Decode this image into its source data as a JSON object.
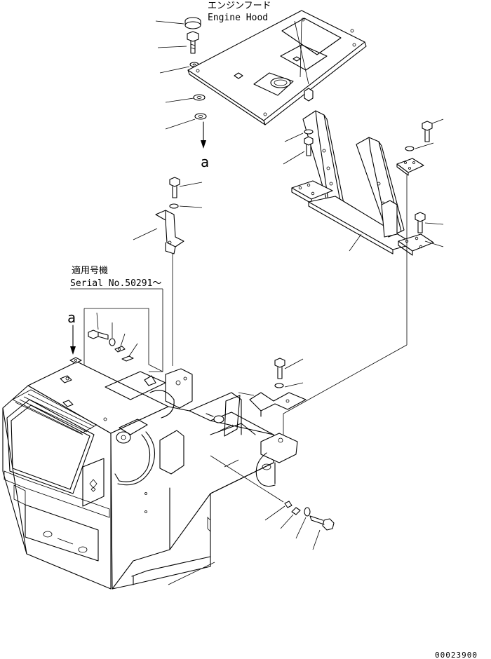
{
  "labels": {
    "engine_hood_jp": "エンジンフード",
    "engine_hood_en": "Engine Hood",
    "serial_jp": "適用号機",
    "serial_en": "Serial No.50291～",
    "ref_a_top": "a",
    "ref_a_left": "a",
    "drawing_number": "00023900"
  }
}
